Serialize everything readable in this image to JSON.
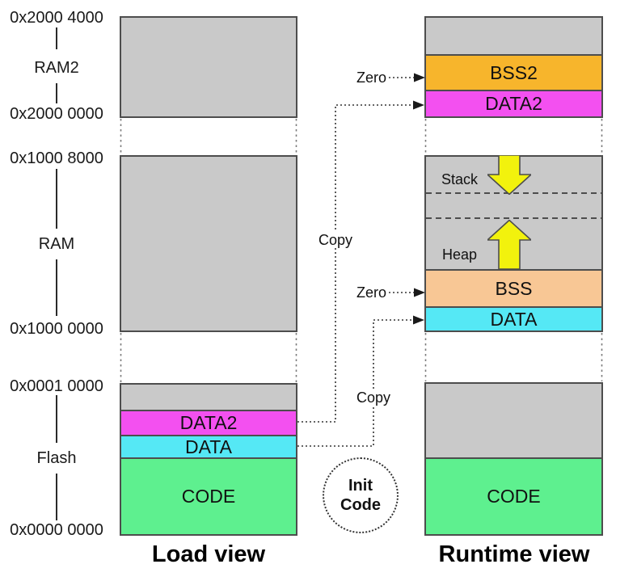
{
  "diagram": {
    "axis": {
      "addresses": [
        "0x2000 4000",
        "0x2000 0000",
        "0x1000 8000",
        "0x1000 0000",
        "0x0001 0000",
        "0x0000 0000"
      ],
      "regions": [
        "RAM2",
        "RAM",
        "Flash"
      ]
    },
    "load_view": {
      "title": "Load view",
      "flash": {
        "data2": "DATA2",
        "data": "DATA",
        "code": "CODE"
      }
    },
    "runtime_view": {
      "title": "Runtime view",
      "ram2": {
        "bss2": "BSS2",
        "data2": "DATA2"
      },
      "ram": {
        "stack": "Stack",
        "heap": "Heap",
        "bss": "BSS",
        "data": "DATA"
      },
      "flash": {
        "code": "CODE"
      }
    },
    "annotations": {
      "zero_bss2": "Zero",
      "zero_bss": "Zero",
      "copy_data2": "Copy",
      "copy_data": "Copy",
      "init_line1": "Init",
      "init_line2": "Code"
    },
    "colors": {
      "gray": "#c9c9c9",
      "magenta": "#f350f0",
      "cyan": "#55e8f5",
      "green": "#5ef08f",
      "orange": "#f7b52c",
      "peach": "#f8c795",
      "yellow": "#f2f20d",
      "border": "#4d4d4d"
    }
  }
}
